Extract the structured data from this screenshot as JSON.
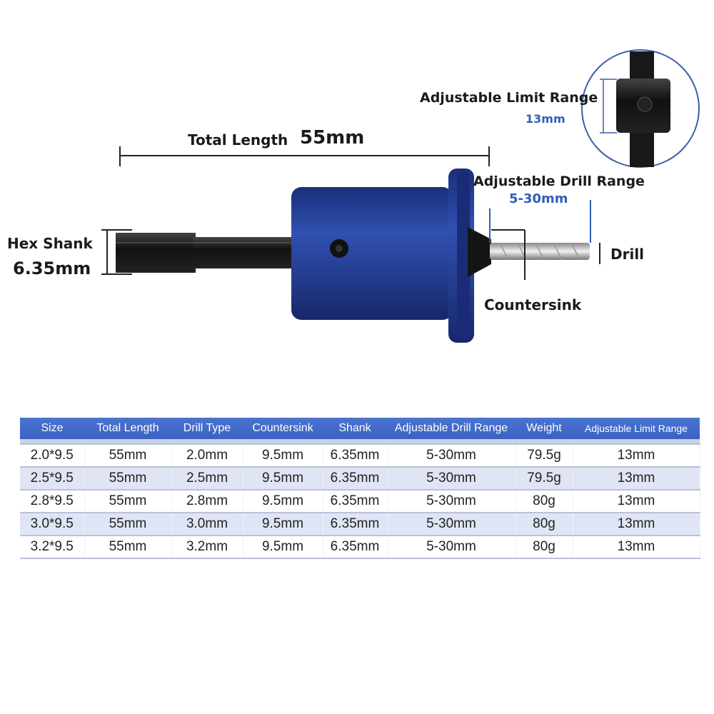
{
  "labels": {
    "total_length": "Total Length",
    "total_length_value": "55mm",
    "hex_shank": "Hex Shank",
    "hex_shank_value": "6.35mm",
    "adjustable_limit_range": "Adjustable Limit Range",
    "adjustable_limit_range_value": "13mm",
    "adjustable_drill_range": "Adjustable Drill Range",
    "adjustable_drill_range_value": "5-30mm",
    "drill": "Drill",
    "countersink": "Countersink"
  },
  "colors": {
    "body_blue": "#233f9a",
    "header_blue": "#3a62c4",
    "accent_text": "#2f5fb3"
  },
  "table": {
    "headers": [
      "Size",
      "Total Length",
      "Drill Type",
      "Countersink",
      "Shank",
      "Adjustable Drill Range",
      "Weight",
      "Adjustable Limit Range"
    ],
    "rows": [
      [
        "2.0*9.5",
        "55mm",
        "2.0mm",
        "9.5mm",
        "6.35mm",
        "5-30mm",
        "79.5g",
        "13mm"
      ],
      [
        "2.5*9.5",
        "55mm",
        "2.5mm",
        "9.5mm",
        "6.35mm",
        "5-30mm",
        "79.5g",
        "13mm"
      ],
      [
        "2.8*9.5",
        "55mm",
        "2.8mm",
        "9.5mm",
        "6.35mm",
        "5-30mm",
        "80g",
        "13mm"
      ],
      [
        "3.0*9.5",
        "55mm",
        "3.0mm",
        "9.5mm",
        "6.35mm",
        "5-30mm",
        "80g",
        "13mm"
      ],
      [
        "3.2*9.5",
        "55mm",
        "3.2mm",
        "9.5mm",
        "6.35mm",
        "5-30mm",
        "80g",
        "13mm"
      ]
    ]
  }
}
